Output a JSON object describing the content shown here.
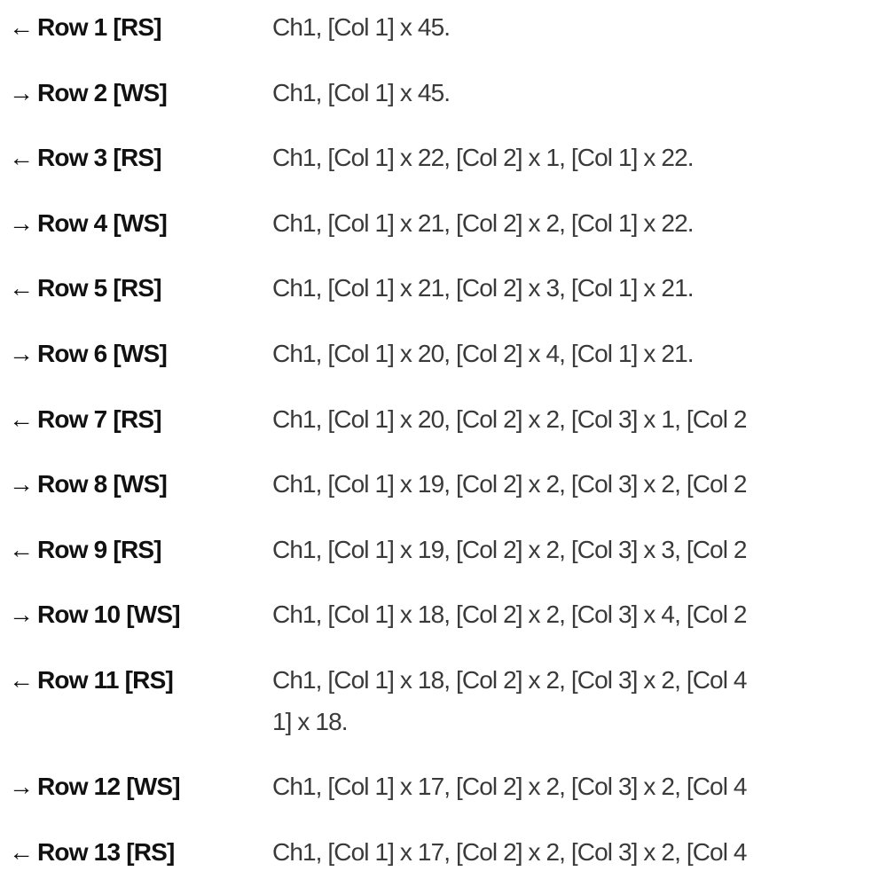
{
  "rows": [
    {
      "arrow": "←",
      "label": "Row 1 [RS]",
      "text": "Ch1, [Col 1] x 45."
    },
    {
      "arrow": "→",
      "label": "Row 2 [WS]",
      "text": "Ch1, [Col 1] x 45."
    },
    {
      "arrow": "←",
      "label": "Row 3 [RS]",
      "text": "Ch1, [Col 1] x 22, [Col 2] x 1, [Col 1] x 22."
    },
    {
      "arrow": "→",
      "label": "Row 4 [WS]",
      "text": "Ch1, [Col 1] x 21, [Col 2] x 2, [Col 1] x 22."
    },
    {
      "arrow": "←",
      "label": "Row 5 [RS]",
      "text": "Ch1, [Col 1] x 21, [Col 2] x 3, [Col 1] x 21."
    },
    {
      "arrow": "→",
      "label": "Row 6 [WS]",
      "text": "Ch1, [Col 1] x 20, [Col 2] x 4, [Col 1] x 21."
    },
    {
      "arrow": "←",
      "label": "Row 7 [RS]",
      "text": "Ch1, [Col 1] x 20, [Col 2] x 2, [Col 3] x 1, [Col 2"
    },
    {
      "arrow": "→",
      "label": "Row 8 [WS]",
      "text": "Ch1, [Col 1] x 19, [Col 2] x 2, [Col 3] x 2, [Col 2"
    },
    {
      "arrow": "←",
      "label": "Row 9 [RS]",
      "text": "Ch1, [Col 1] x 19, [Col 2] x 2, [Col 3] x 3, [Col 2"
    },
    {
      "arrow": "→",
      "label": "Row 10 [WS]",
      "text": "Ch1, [Col 1] x 18, [Col 2] x 2, [Col 3] x 4, [Col 2"
    },
    {
      "arrow": "←",
      "label": "Row 11 [RS]",
      "text": " Ch1, [Col 1] x 18, [Col 2] x 2, [Col 3] x 2, [Col 4",
      "text2": "1] x 18."
    },
    {
      "arrow": "→",
      "label": "Row 12 [WS]",
      "text": "Ch1, [Col 1] x 17, [Col 2] x 2, [Col 3] x 2, [Col 4"
    },
    {
      "arrow": "←",
      "label": "Row 13 [RS]",
      "text": "Ch1, [Col 1] x 17, [Col 2] x 2, [Col 3] x 2, [Col 4"
    }
  ]
}
